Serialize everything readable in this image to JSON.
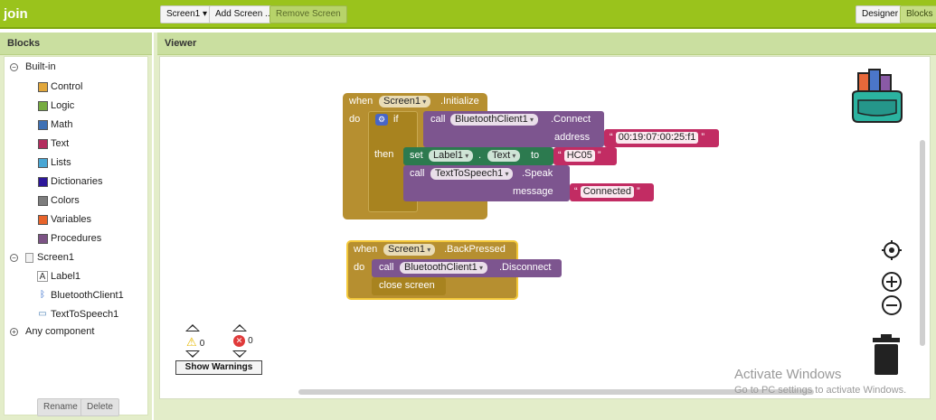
{
  "app": {
    "title": "join"
  },
  "toolbar": {
    "screen_select": "Screen1 ▾",
    "add_screen": "Add Screen ...",
    "remove_screen": "Remove Screen",
    "designer": "Designer",
    "blocks": "Blocks"
  },
  "blocks_panel": {
    "header": "Blocks",
    "builtin_label": "Built-in",
    "builtin": [
      {
        "label": "Control",
        "color": "#e1a73c"
      },
      {
        "label": "Logic",
        "color": "#77ab41"
      },
      {
        "label": "Math",
        "color": "#3f71b5"
      },
      {
        "label": "Text",
        "color": "#b32d5e"
      },
      {
        "label": "Lists",
        "color": "#49a6d4"
      },
      {
        "label": "Dictionaries",
        "color": "#2d1799"
      },
      {
        "label": "Colors",
        "color": "#7d7d7d"
      },
      {
        "label": "Variables",
        "color": "#e8642b"
      },
      {
        "label": "Procedures",
        "color": "#7c5385"
      }
    ],
    "screen_label": "Screen1",
    "components": [
      {
        "label": "Label1",
        "icon": "label-icon"
      },
      {
        "label": "BluetoothClient1",
        "icon": "bluetooth-icon"
      },
      {
        "label": "TextToSpeech1",
        "icon": "speech-icon"
      }
    ],
    "any_component": "Any component",
    "rename": "Rename",
    "delete": "Delete"
  },
  "viewer": {
    "header": "Viewer",
    "init_block": {
      "when": "when",
      "component": "Screen1",
      "event": ".Initialize",
      "do": "do",
      "if": "if",
      "then": "then",
      "call": "call",
      "bt_component": "BluetoothClient1",
      "connect": ".Connect",
      "address_label": "address",
      "address_value": "00:19:07:00:25:f1",
      "set": "set",
      "label_component": "Label1",
      "text_prop": "Text",
      "to": "to",
      "hc05": "HC05",
      "call2": "call",
      "tts_component": "TextToSpeech1",
      "speak": ".Speak",
      "message_label": "message",
      "message_value": "Connected"
    },
    "back_block": {
      "when": "when",
      "component": "Screen1",
      "event": ".BackPressed",
      "do": "do",
      "call": "call",
      "bt_component": "BluetoothClient1",
      "disconnect": ".Disconnect",
      "close_screen": "close screen"
    },
    "warnings": {
      "warning_count": "0",
      "error_count": "0",
      "show_warnings": "Show Warnings"
    }
  },
  "watermark": {
    "title": "Activate Windows",
    "subtitle": "Go to PC settings to activate Windows."
  }
}
